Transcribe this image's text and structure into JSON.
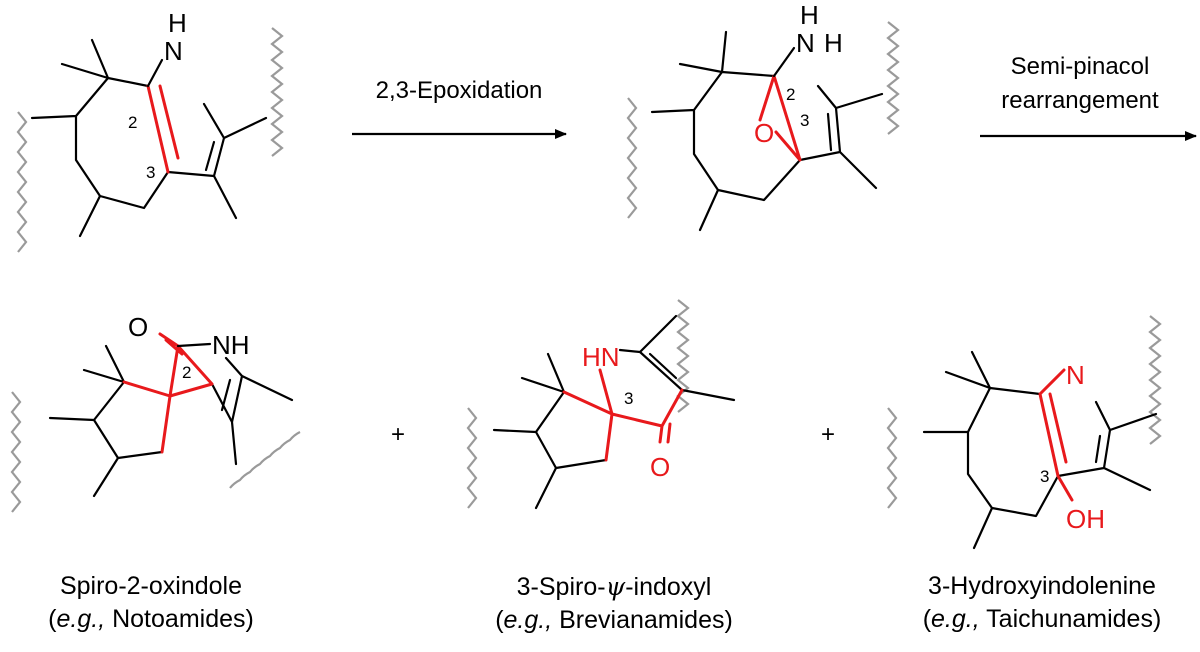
{
  "arrows": {
    "step1": "2,3-Epoxidation",
    "step2_line1": "Semi-pinacol",
    "step2_line2": "rearrangement"
  },
  "plus_sign": "+",
  "atoms": {
    "nh": "NH",
    "hn": "HN",
    "n": "N",
    "h": "H",
    "o": "O",
    "oh": "OH"
  },
  "positions": {
    "two": "2",
    "three": "3"
  },
  "products": [
    {
      "name": "Spiro-2-oxindole",
      "eg": "e.g.,",
      "example": " Notoamides)"
    },
    {
      "name_pre": "3-Spiro-",
      "name_psi": "ψ",
      "name_post": "-indoxyl",
      "eg": "e.g.,",
      "example": " Brevianamides)"
    },
    {
      "name": "3-Hydroxyindolenine",
      "eg": "e.g.,",
      "example": " Taichunamides)"
    }
  ],
  "colors": {
    "highlight": "#e8191c",
    "bond": "#000000",
    "wavy": "#9a9a9a"
  }
}
